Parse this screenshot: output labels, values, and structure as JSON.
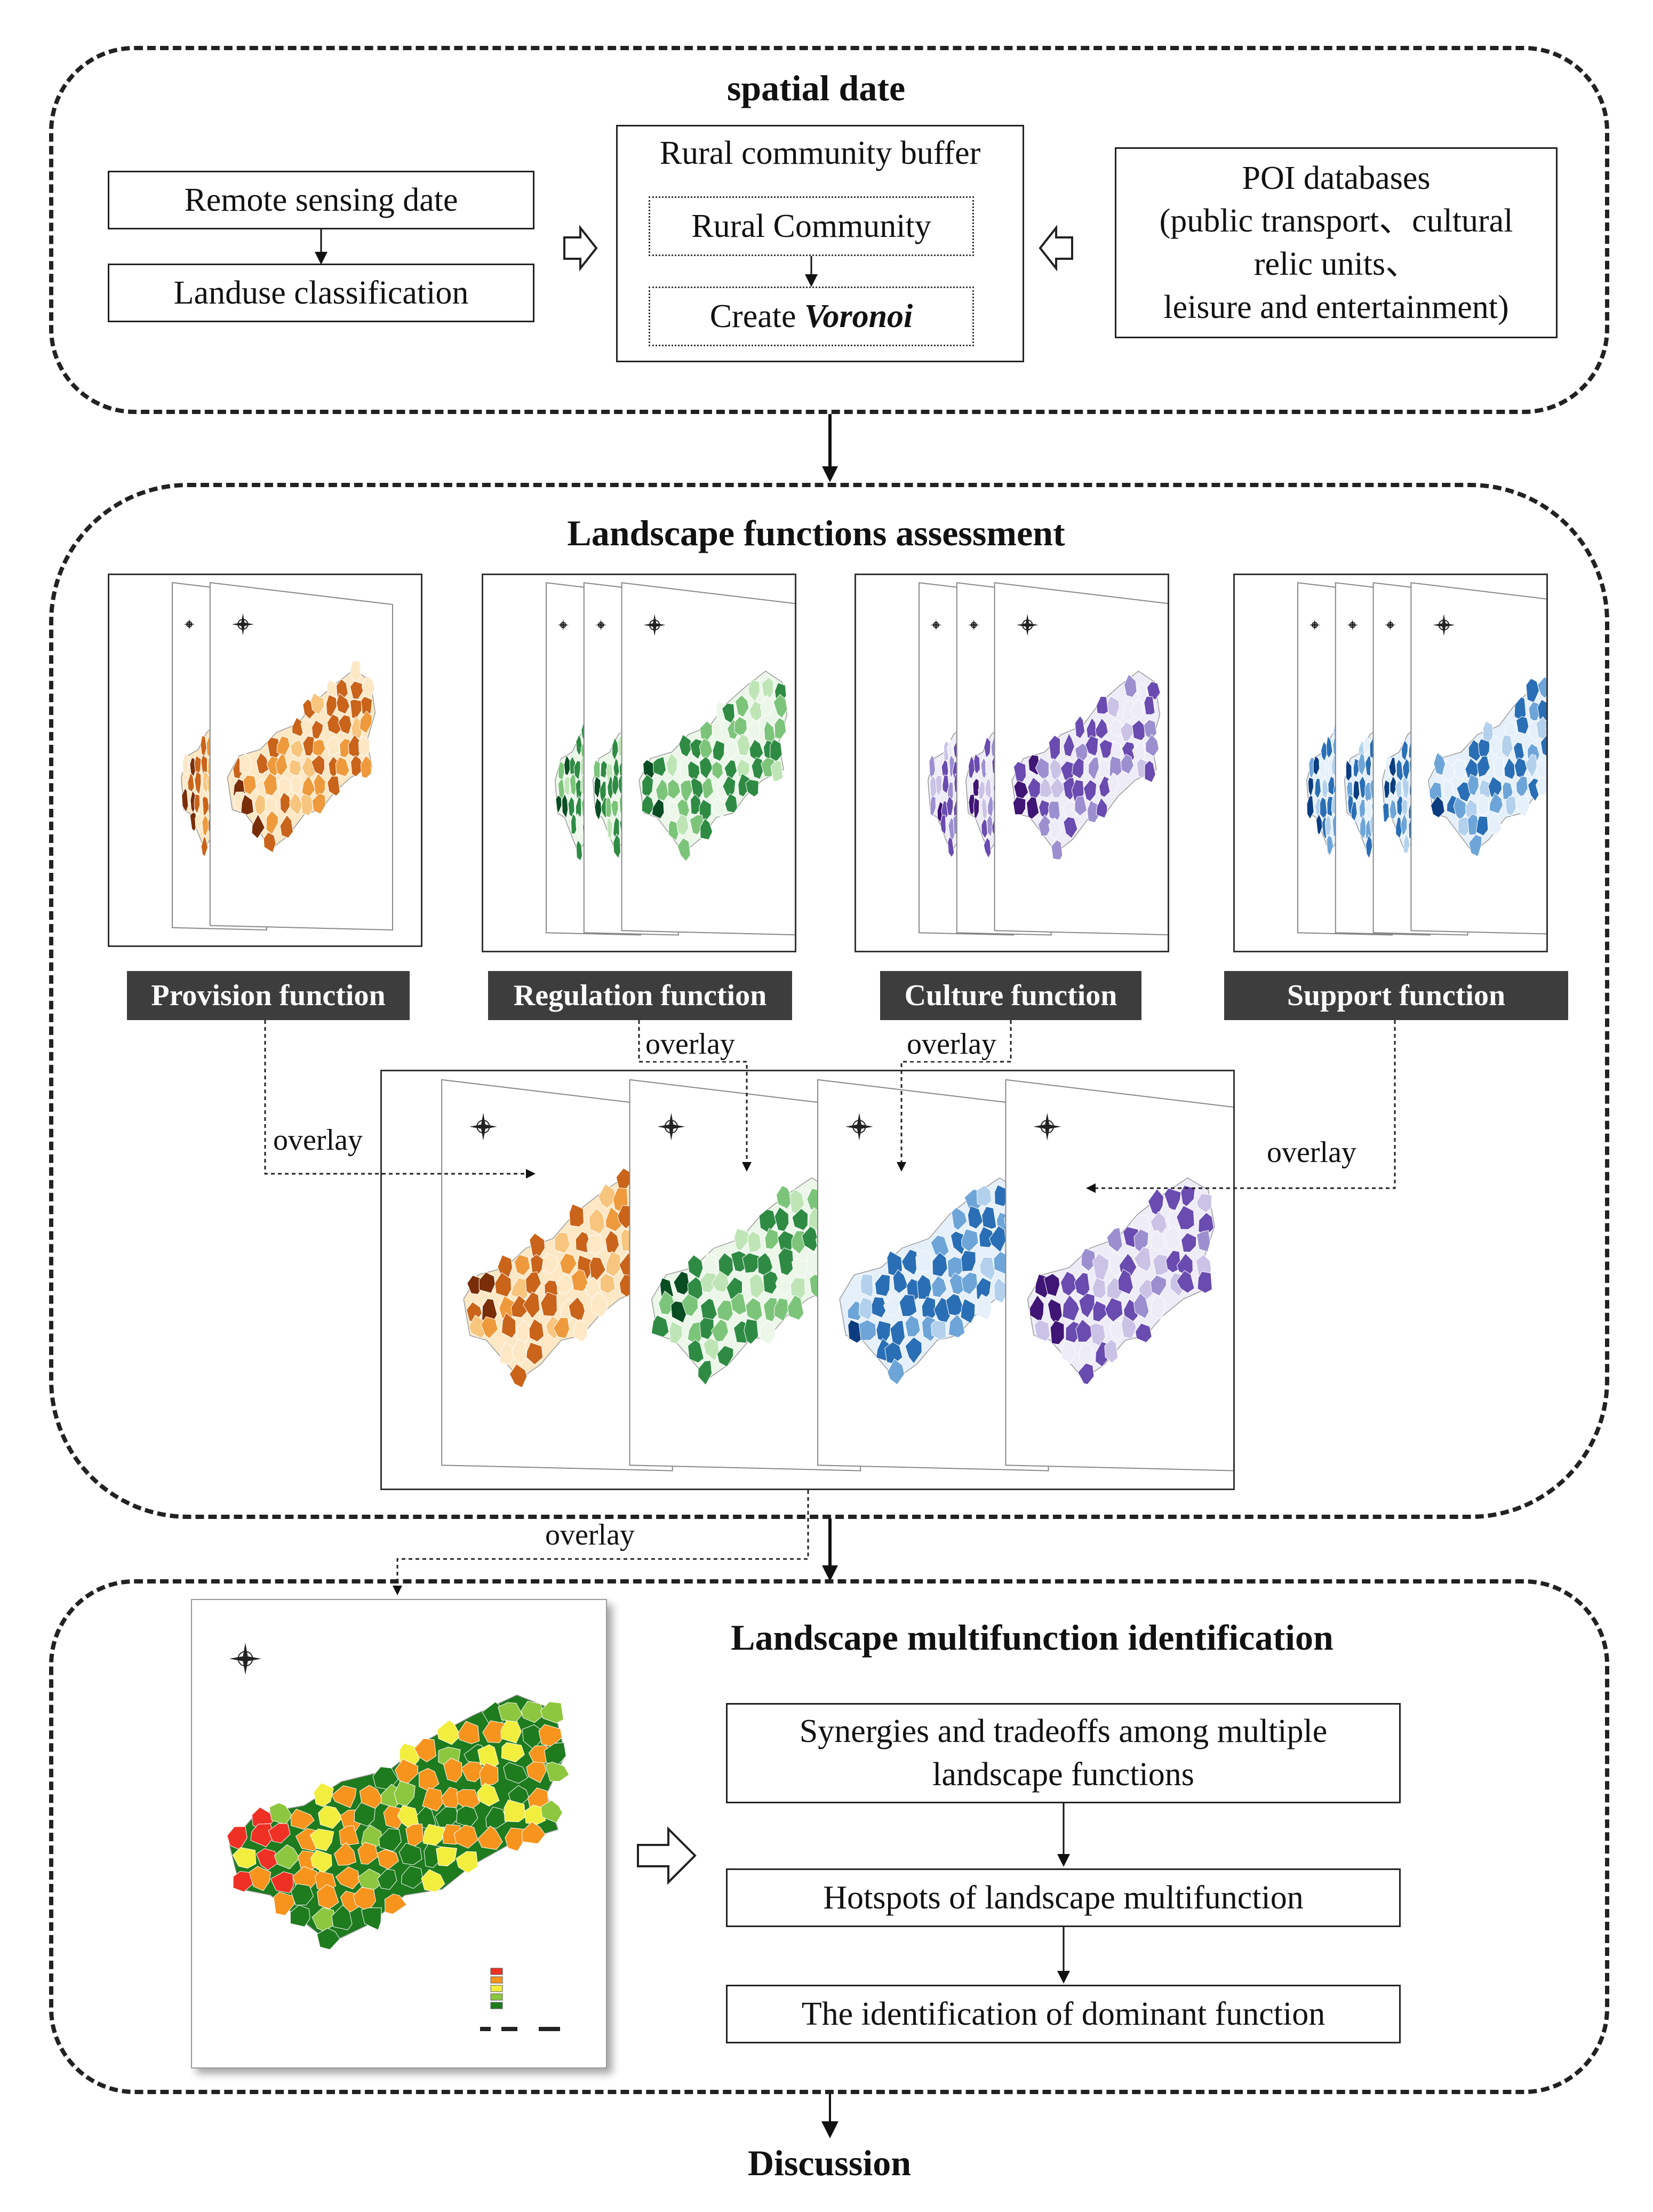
{
  "sections": {
    "spatial": {
      "title": "spatial date",
      "remote_sensing": "Remote sensing date",
      "landuse": "Landuse classification",
      "buffer_title": "Rural community buffer",
      "rural_community": "Rural Community",
      "create_prefix": "Create",
      "create_voronoi": "Voronoi",
      "poi_line1": "POI databases",
      "poi_line2": "(public transport、cultural",
      "poi_line3": "relic units、",
      "poi_line4": "leisure and entertainment)"
    },
    "assessment": {
      "title": "Landscape functions assessment",
      "provision": "Provision function",
      "regulation": "Regulation function",
      "culture": "Culture function",
      "support": "Support function",
      "overlay": "overlay"
    },
    "identification": {
      "title": "Landscape multifunction identification",
      "synergies_line1": "Synergies and tradeoffs among multiple",
      "synergies_line2": "landscape functions",
      "hotspots": "Hotspots of landscape multifunction",
      "dominant": "The identification of dominant function",
      "overlay": "overlay"
    },
    "discussion": "Discussion"
  },
  "colors": {
    "provision": [
      "#7a2e08",
      "#c9641a",
      "#ee9a3c",
      "#f7c57d",
      "#fde8c6"
    ],
    "regulation": [
      "#0a4d22",
      "#2f8b44",
      "#7cc47a",
      "#bfe5b7",
      "#ecf7ea"
    ],
    "culture": [
      "#3f1575",
      "#6a4bb0",
      "#9c8fd0",
      "#cac3e6",
      "#eeecf7"
    ],
    "support": [
      "#0b3d80",
      "#2a6fb5",
      "#6ea5d8",
      "#b3d1ec",
      "#e6f0fa"
    ],
    "multifunction": [
      "#ee3124",
      "#f7941d",
      "#f2ee3d",
      "#8dc63f",
      "#1e7b1e"
    ]
  },
  "icons": [
    "compass-icon",
    "hollow-arrow-right-icon",
    "hollow-arrow-left-icon"
  ]
}
